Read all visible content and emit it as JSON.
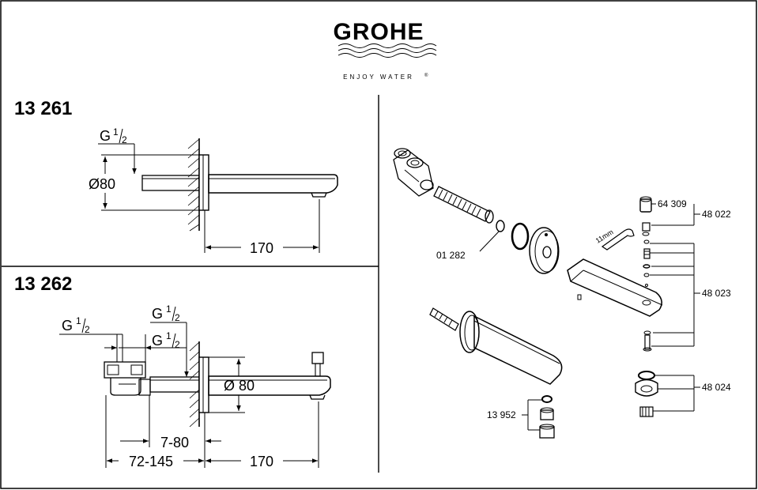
{
  "brand": {
    "name": "GROHE",
    "tagline": "ENJOY WATER",
    "registered_mark": "®"
  },
  "product_a": {
    "code": "13 261",
    "thread_label": "G",
    "thread_num": "1",
    "thread_den": "2",
    "diameter": "Ø80",
    "length": "170"
  },
  "product_b": {
    "code": "13 262",
    "thread_label": "G",
    "thread_num": "1",
    "thread_den": "2",
    "diameter": "Ø 80",
    "adjust_range": "7-80",
    "install_range": "72-145",
    "length": "170"
  },
  "parts": {
    "p_01282": "01 282",
    "p_64309": "64 309",
    "p_48022": "48 022",
    "p_48023": "48 023",
    "p_48024": "48 024",
    "p_13952": "13 952",
    "tool_11mm": "11mm"
  }
}
